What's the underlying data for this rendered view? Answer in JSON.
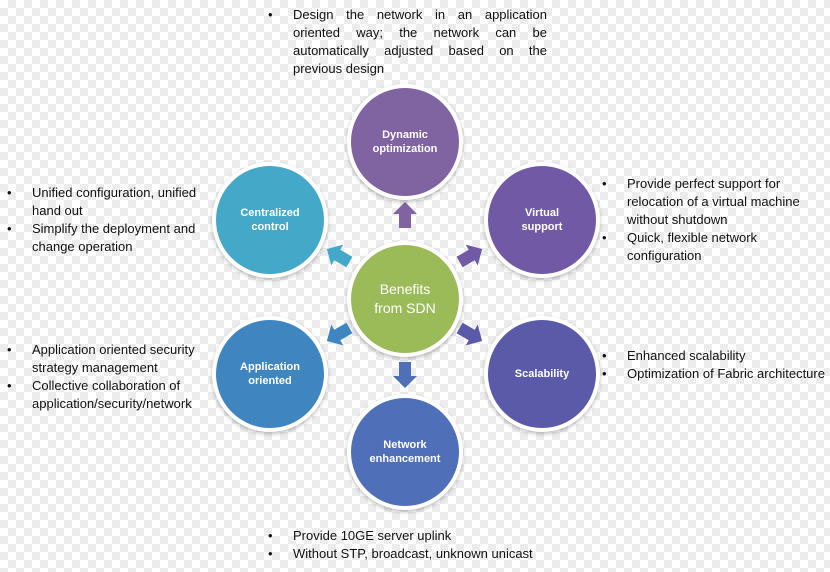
{
  "center": {
    "label": "Benefits\nfrom SDN",
    "color": "#9bbb59"
  },
  "nodes": {
    "dynamic": {
      "label": "Dynamic\noptimization",
      "color": "#8064a2"
    },
    "virtual": {
      "label": "Virtual\nsupport",
      "color": "#7159a6"
    },
    "scalability": {
      "label": "Scalability",
      "color": "#5a5aa8"
    },
    "network": {
      "label": "Network\nenhancement",
      "color": "#4f6fb8"
    },
    "application": {
      "label": "Application\noriented",
      "color": "#3f86c0"
    },
    "centralized": {
      "label": "Centralized\ncontrol",
      "color": "#44a8c8"
    }
  },
  "bullets": {
    "top": [
      "Design the network in an application oriented way; the network can be automatically adjusted based on the previous design"
    ],
    "upper_right": [
      "Provide perfect support for relocation of a virtual machine without shutdown",
      "Quick, flexible network configuration"
    ],
    "lower_right": [
      "Enhanced scalability",
      "Optimization of Fabric architecture"
    ],
    "bottom": [
      "Provide 10GE server uplink",
      "Without STP, broadcast, unknown unicast"
    ],
    "lower_left": [
      "Application oriented security strategy management",
      "Collective collaboration of application/security/network"
    ],
    "upper_left": [
      "Unified configuration, unified hand out",
      "Simplify the deployment and change operation"
    ]
  }
}
